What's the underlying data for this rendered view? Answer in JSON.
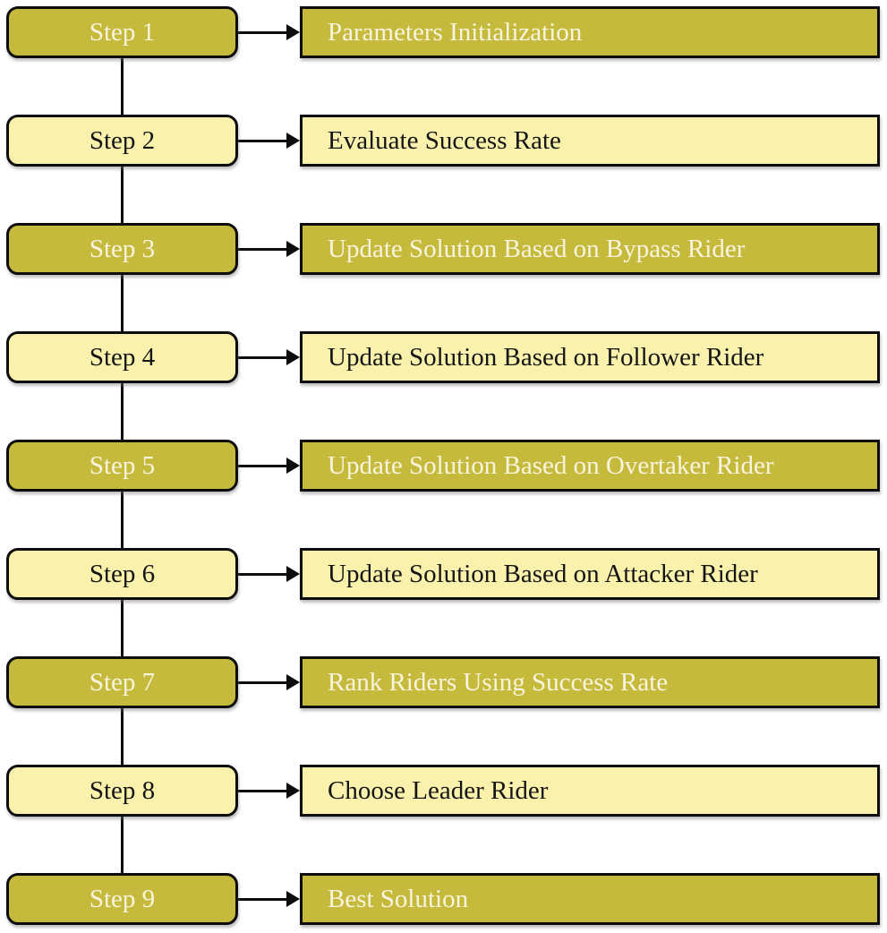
{
  "diagram": {
    "kind": "flowchart",
    "colors": {
      "dark_box_fill": "#c6ba3c",
      "light_box_fill": "#faf2ac",
      "dark_box_text": "#f8f4df",
      "light_box_text": "#151515",
      "border_and_lines": "#0d0d0d",
      "background": "#ffffff"
    },
    "steps": [
      {
        "step_label": "Step 1",
        "description": "Parameters Initialization",
        "variant": "dark"
      },
      {
        "step_label": "Step 2",
        "description": "Evaluate Success Rate",
        "variant": "light"
      },
      {
        "step_label": "Step 3",
        "description": "Update Solution Based on Bypass Rider",
        "variant": "dark"
      },
      {
        "step_label": "Step 4",
        "description": "Update Solution Based on Follower Rider",
        "variant": "light"
      },
      {
        "step_label": "Step 5",
        "description": "Update Solution Based on Overtaker Rider",
        "variant": "dark"
      },
      {
        "step_label": "Step 6",
        "description": "Update Solution Based on Attacker Rider",
        "variant": "light"
      },
      {
        "step_label": "Step 7",
        "description": "Rank Riders Using Success Rate",
        "variant": "dark"
      },
      {
        "step_label": "Step 8",
        "description": "Choose Leader Rider",
        "variant": "light"
      },
      {
        "step_label": "Step 9",
        "description": "Best Solution",
        "variant": "dark"
      }
    ]
  }
}
